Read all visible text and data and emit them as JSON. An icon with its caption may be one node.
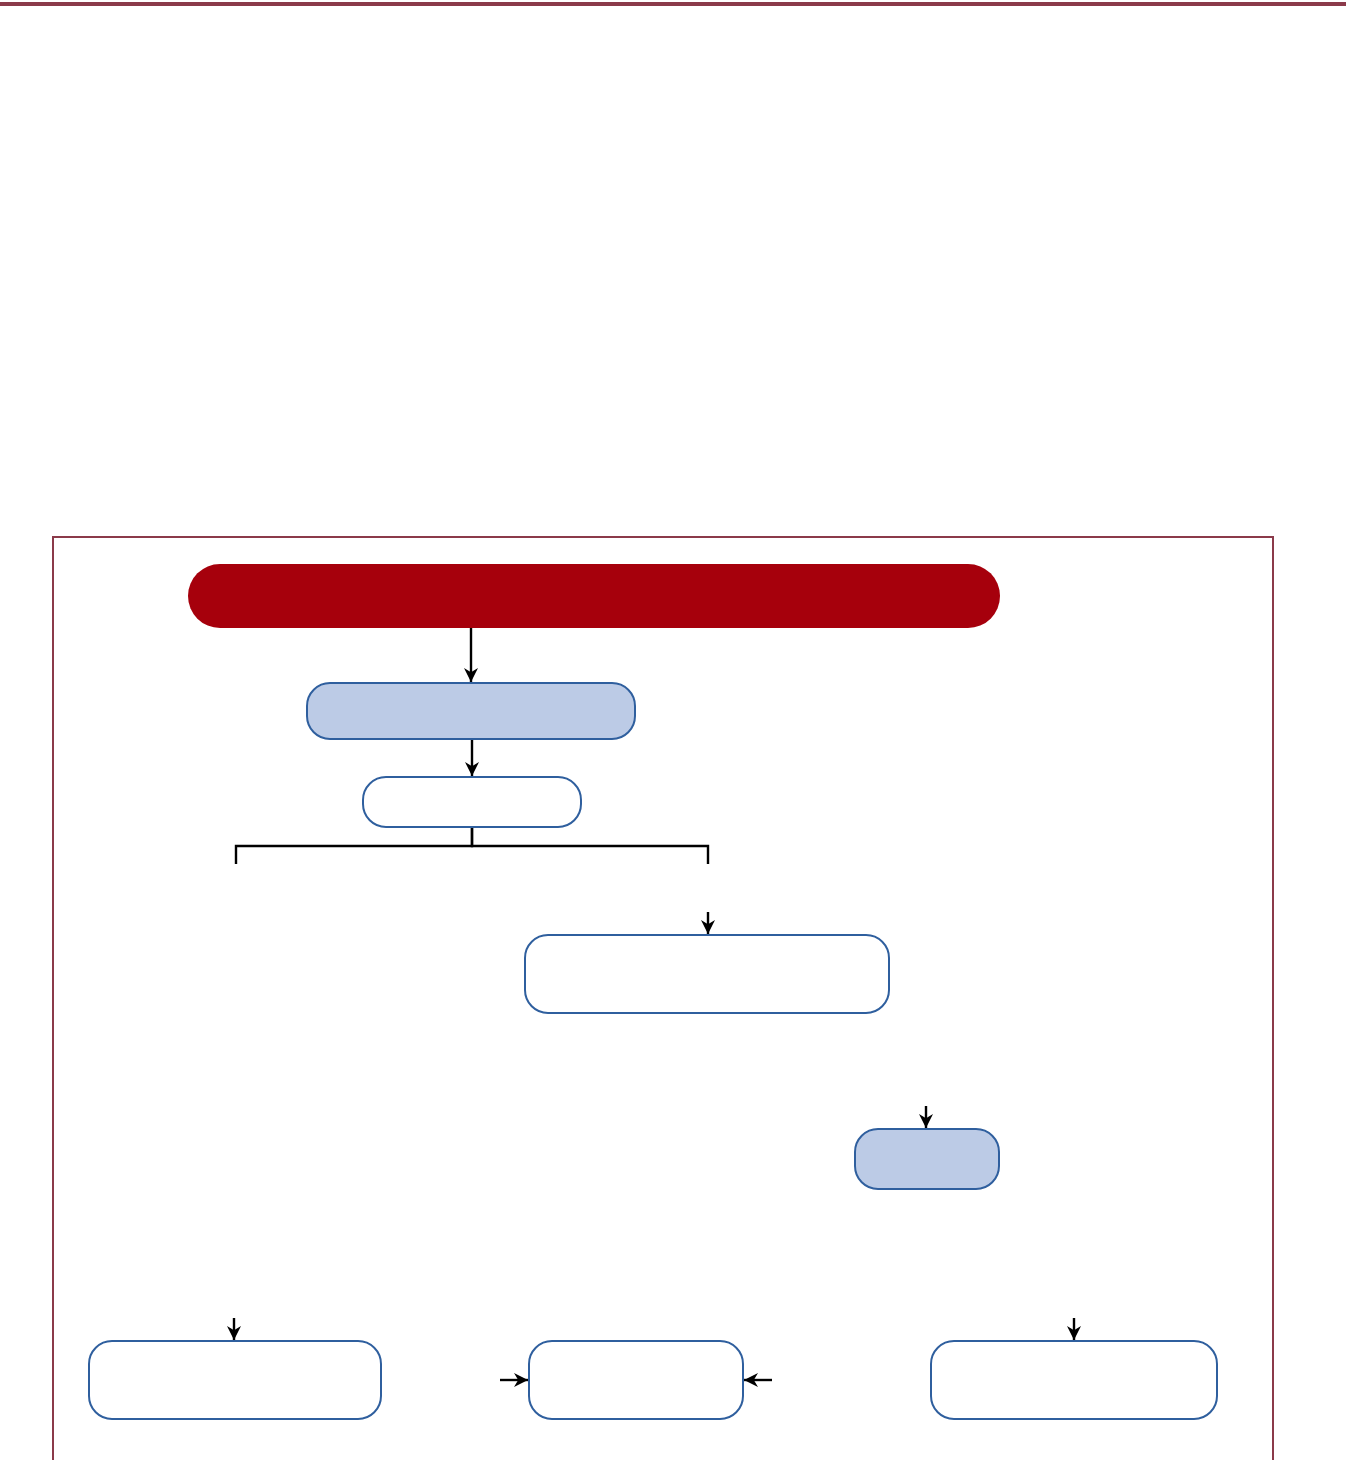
{
  "diagram": {
    "nodes": [
      {
        "text": [],
        "shape": "bar"
      },
      {
        "text": [],
        "shape": "box"
      },
      {
        "text": [],
        "shape": "box"
      },
      {
        "text": [],
        "shape": "box"
      },
      {
        "text": [],
        "shape": "box"
      },
      {
        "text": [],
        "shape": "box"
      },
      {
        "text": [],
        "shape": "box"
      },
      {
        "text": [],
        "shape": "box"
      }
    ],
    "edges": [
      {
        "from": 0,
        "to": 1,
        "arrow": "to"
      },
      {
        "from": 1,
        "to": 2,
        "arrow": "to"
      },
      {
        "from": 2,
        "to": null,
        "arrow": "none"
      },
      {
        "from": 2,
        "to": null,
        "arrow": "none"
      },
      {
        "from": null,
        "to": 3,
        "arrow": "to"
      },
      {
        "from": null,
        "to": 4,
        "arrow": "to"
      },
      {
        "from": null,
        "to": 5,
        "arrow": "to"
      },
      {
        "from": null,
        "to": 6,
        "arrow": "to"
      },
      {
        "from": null,
        "to": 6,
        "arrow": "to"
      },
      {
        "from": null,
        "to": 7,
        "arrow": "to"
      }
    ]
  }
}
